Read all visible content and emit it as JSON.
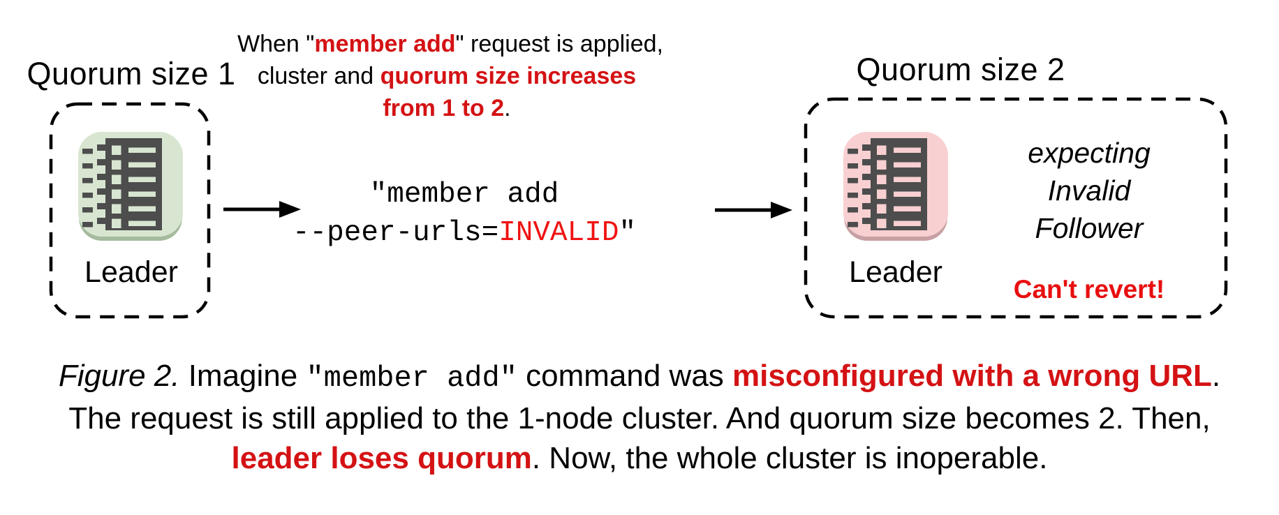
{
  "colors": {
    "red_bold_text": "#d41214",
    "red_mono_text": "#f01212",
    "warning_red": "#e80f0f",
    "green_node_bg": "#d8e6d1",
    "green_node_shadow": "#a5bb9d",
    "pink_node_bg": "#f8d0d1",
    "pink_node_shadow": "#c7a0a4",
    "glyph_dark": "#4d4d4d"
  },
  "icons": {
    "leader_node": "ledger-server-icon",
    "flow_arrow": "arrow-right-icon"
  },
  "left_panel": {
    "title": "Quorum size 1",
    "node_label": "Leader"
  },
  "note": {
    "l1a": "When \"",
    "l1b": "member add",
    "l1c": "\" request is applied,",
    "l2a": "cluster and ",
    "l2b": "quorum size increases",
    "l3a": "from 1 to 2",
    "l3b": "."
  },
  "command": {
    "l1": "\"member add",
    "l2a": "--peer-urls=",
    "l2b": "INVALID",
    "l2c": "\""
  },
  "right_panel": {
    "title": "Quorum size 2",
    "node_label": "Leader",
    "expecting": [
      "expecting",
      "Invalid",
      "Follower"
    ],
    "warning": "Can't revert!"
  },
  "caption": {
    "l1a": "Figure 2.",
    "l1b": " Imagine ",
    "l1c": "\"member add\"",
    "l1d": " command was ",
    "l1e": "misconfigured with a wrong URL",
    "l1f": ".",
    "l2": "The request is still applied to the 1-node cluster. And quorum size becomes 2. Then,",
    "l3a": "leader loses quorum",
    "l3b": ". Now, the whole cluster is inoperable."
  }
}
